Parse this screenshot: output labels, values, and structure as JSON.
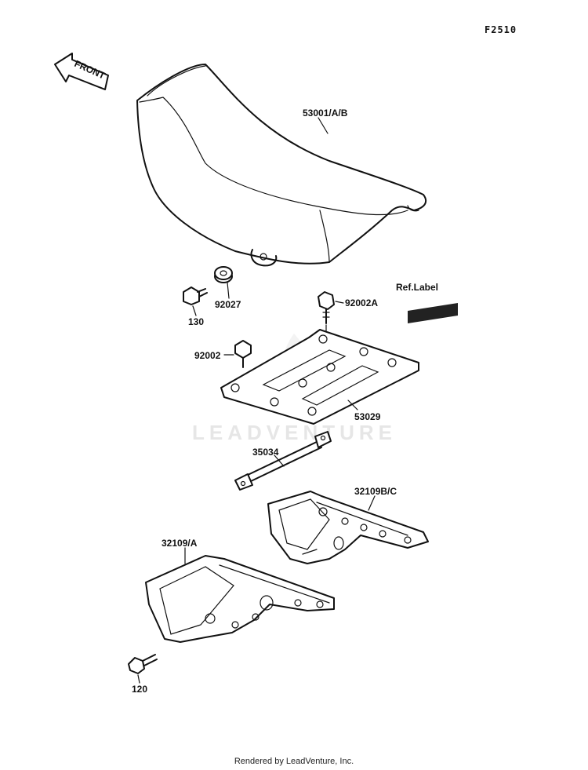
{
  "diagram_code": "F2510",
  "front_arrow_label": "FRONT",
  "watermark": "LEADVENTURE",
  "footer": "Rendered by LeadVenture, Inc.",
  "parts": {
    "seat": "53001/A/B",
    "washer": "92027",
    "bolt_130": "130",
    "bolt_92002a": "92002A",
    "ref_label": "Ref.Label",
    "bolt_92002": "92002",
    "plate": "53029",
    "strap": "35034",
    "bracket_right": "32109B/C",
    "bracket_left": "32109/A",
    "bolt_120": "120"
  }
}
